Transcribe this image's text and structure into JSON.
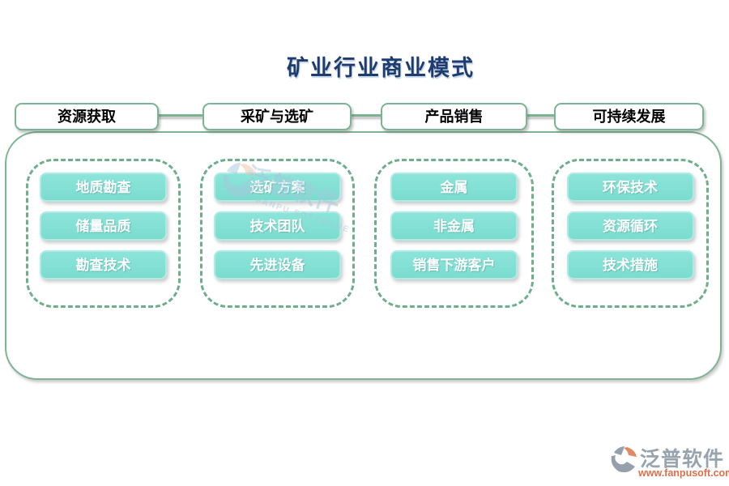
{
  "title": "矿业行业商业模式",
  "columns": [
    {
      "header": "资源获取",
      "items": [
        "地质勘查",
        "储量品质",
        "勘查技术"
      ]
    },
    {
      "header": "采矿与选矿",
      "items": [
        "选矿方案",
        "技术团队",
        "先进设备"
      ]
    },
    {
      "header": "产品销售",
      "items": [
        "金属",
        "非金属",
        "销售下游客户"
      ]
    },
    {
      "header": "可持续发展",
      "items": [
        "环保技术",
        "资源循环",
        "技术措施"
      ]
    }
  ],
  "watermark": {
    "brand_cn": "泛普软件",
    "brand_en": "FANPU SOFTWARE"
  },
  "footer": {
    "brand": "泛普软件",
    "url": "www.fanpusoft.com"
  },
  "colors": {
    "line_green": "#7cb392",
    "dash_green": "#6fae8c",
    "node_teal": "#7fded3",
    "title_navy": "#1f3c6e",
    "footer_gray": "#98a3b0",
    "footer_orange": "#dd6f4b"
  }
}
